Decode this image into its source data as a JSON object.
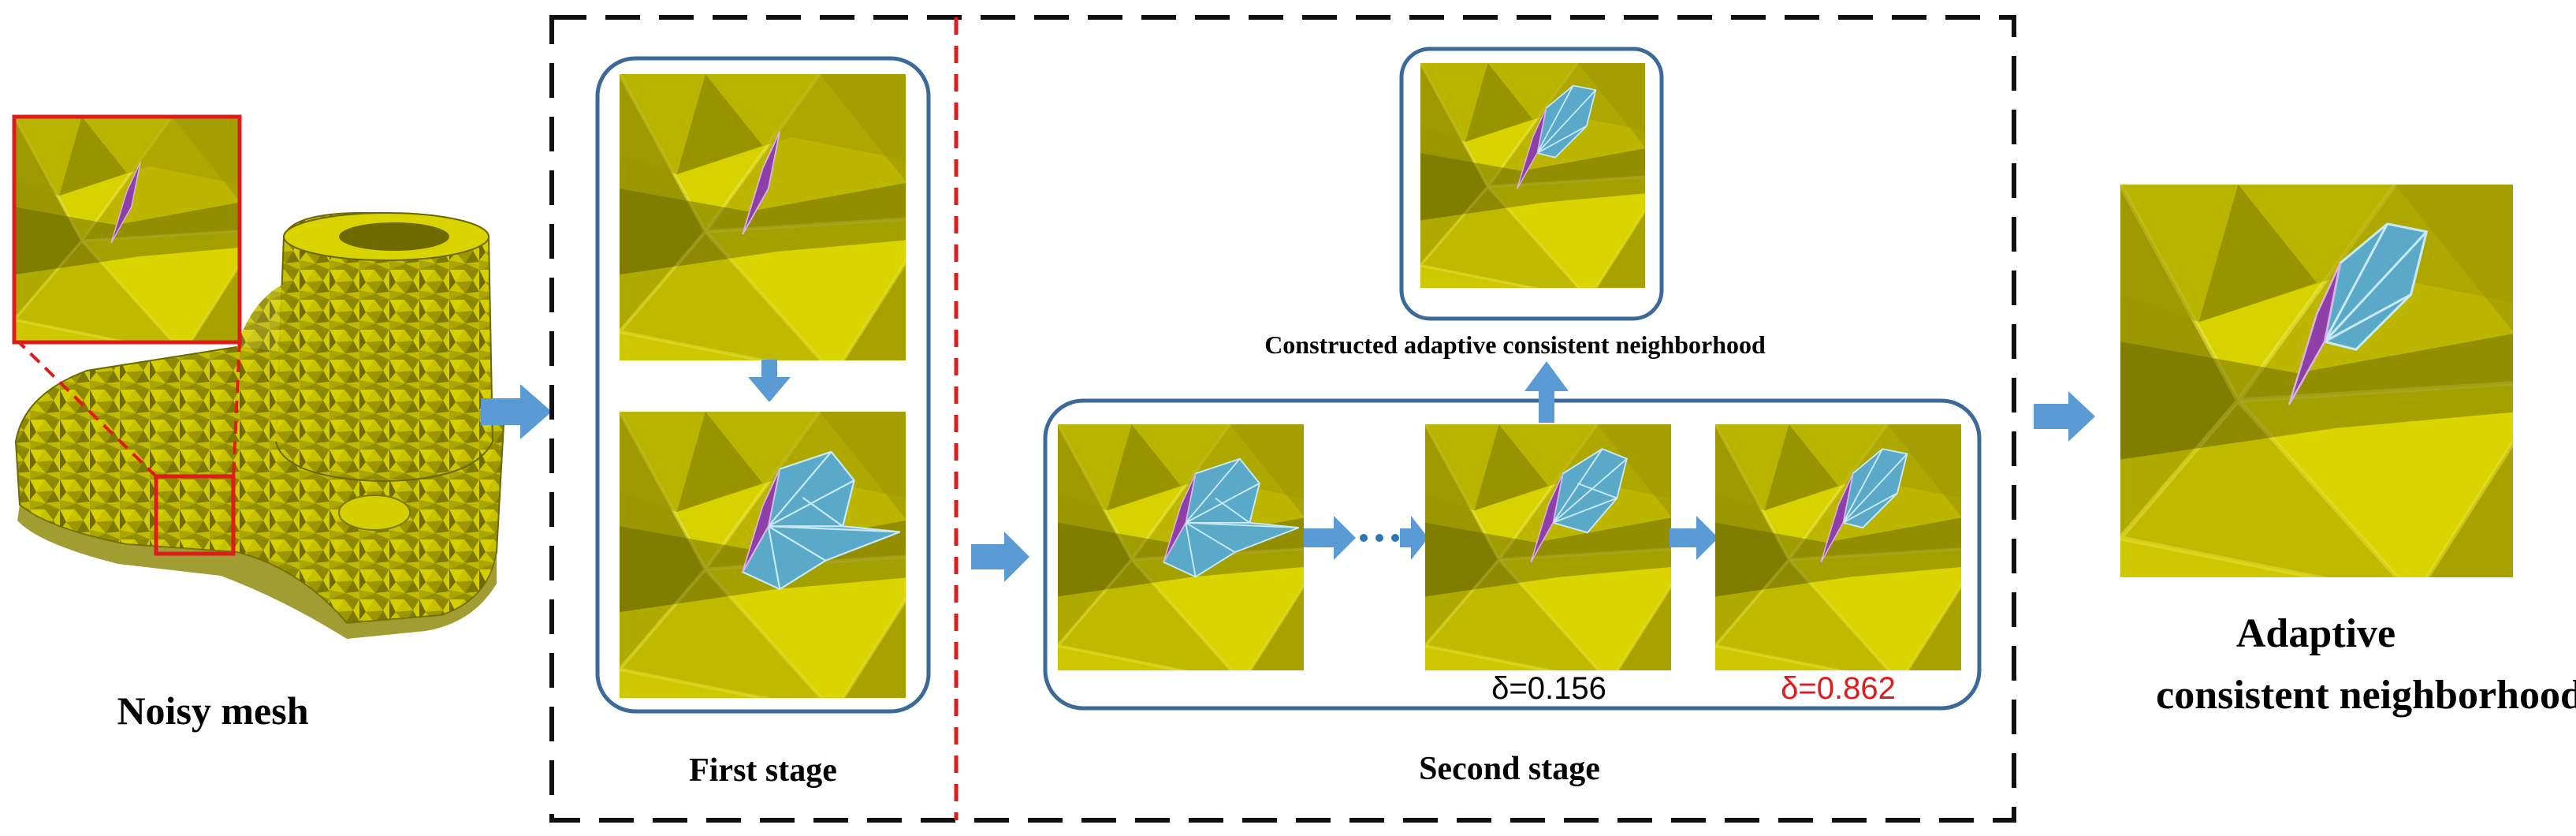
{
  "labels": {
    "noisy_mesh": "Noisy mesh",
    "first_stage": "First stage",
    "second_stage": "Second stage",
    "constructed": "Constructed adaptive consistent neighborhood",
    "result_line1": "Adaptive",
    "result_line2": "consistent neighborhood"
  },
  "deltas": {
    "middle": "δ=0.156",
    "last": "δ=0.862"
  },
  "colors": {
    "mesh_yellow": "#c8c200",
    "mesh_dark": "#6b6a00",
    "facet_purple": "#8e3fa8",
    "neighborhood_blue": "#5aa9c8",
    "arrow_blue": "#5b9bd5",
    "frame_blue": "#3b6a9a",
    "highlight_red": "#e01b1b",
    "dashed_black": "#111111"
  }
}
